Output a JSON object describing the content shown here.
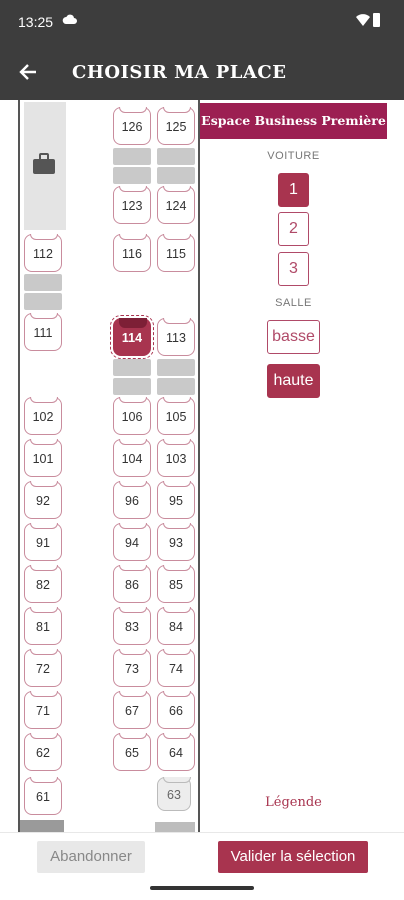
{
  "status": {
    "time": "13:25",
    "cloud_icon": "cloud-icon",
    "wifi_icon": "wifi-icon",
    "battery_icon": "battery-icon"
  },
  "header": {
    "back_icon": "arrow-left-icon",
    "title": "CHOISIR MA PLACE"
  },
  "panel": {
    "space_title": "Espace Business Première",
    "car_label": "VOITURE",
    "cars": [
      "1",
      "2",
      "3"
    ],
    "selected_car": "1",
    "room_label": "SALLE",
    "rooms": [
      "basse",
      "haute"
    ],
    "selected_room": "haute",
    "legend": "Légende"
  },
  "seats": {
    "s126": "126",
    "s125": "125",
    "s123": "123",
    "s124": "124",
    "s112": "112",
    "s116": "116",
    "s115": "115",
    "s111": "111",
    "s114": "114",
    "s113": "113",
    "s102": "102",
    "s106": "106",
    "s105": "105",
    "s101": "101",
    "s104": "104",
    "s103": "103",
    "s92": "92",
    "s96": "96",
    "s95": "95",
    "s91": "91",
    "s94": "94",
    "s93": "93",
    "s82": "82",
    "s86": "86",
    "s85": "85",
    "s81": "81",
    "s83": "83",
    "s84": "84",
    "s72": "72",
    "s73": "73",
    "s74": "74",
    "s71": "71",
    "s67": "67",
    "s66": "66",
    "s62": "62",
    "s65": "65",
    "s64": "64",
    "s61": "61",
    "s63": "63",
    "selected": "114",
    "unavailable": "63"
  },
  "colors": {
    "accent": "#a8344f",
    "header_bg": "#3d3d3d",
    "space_header": "#9c1f52"
  },
  "footer": {
    "cancel_label": "Abandonner",
    "validate_label": "Valider la sélection"
  }
}
